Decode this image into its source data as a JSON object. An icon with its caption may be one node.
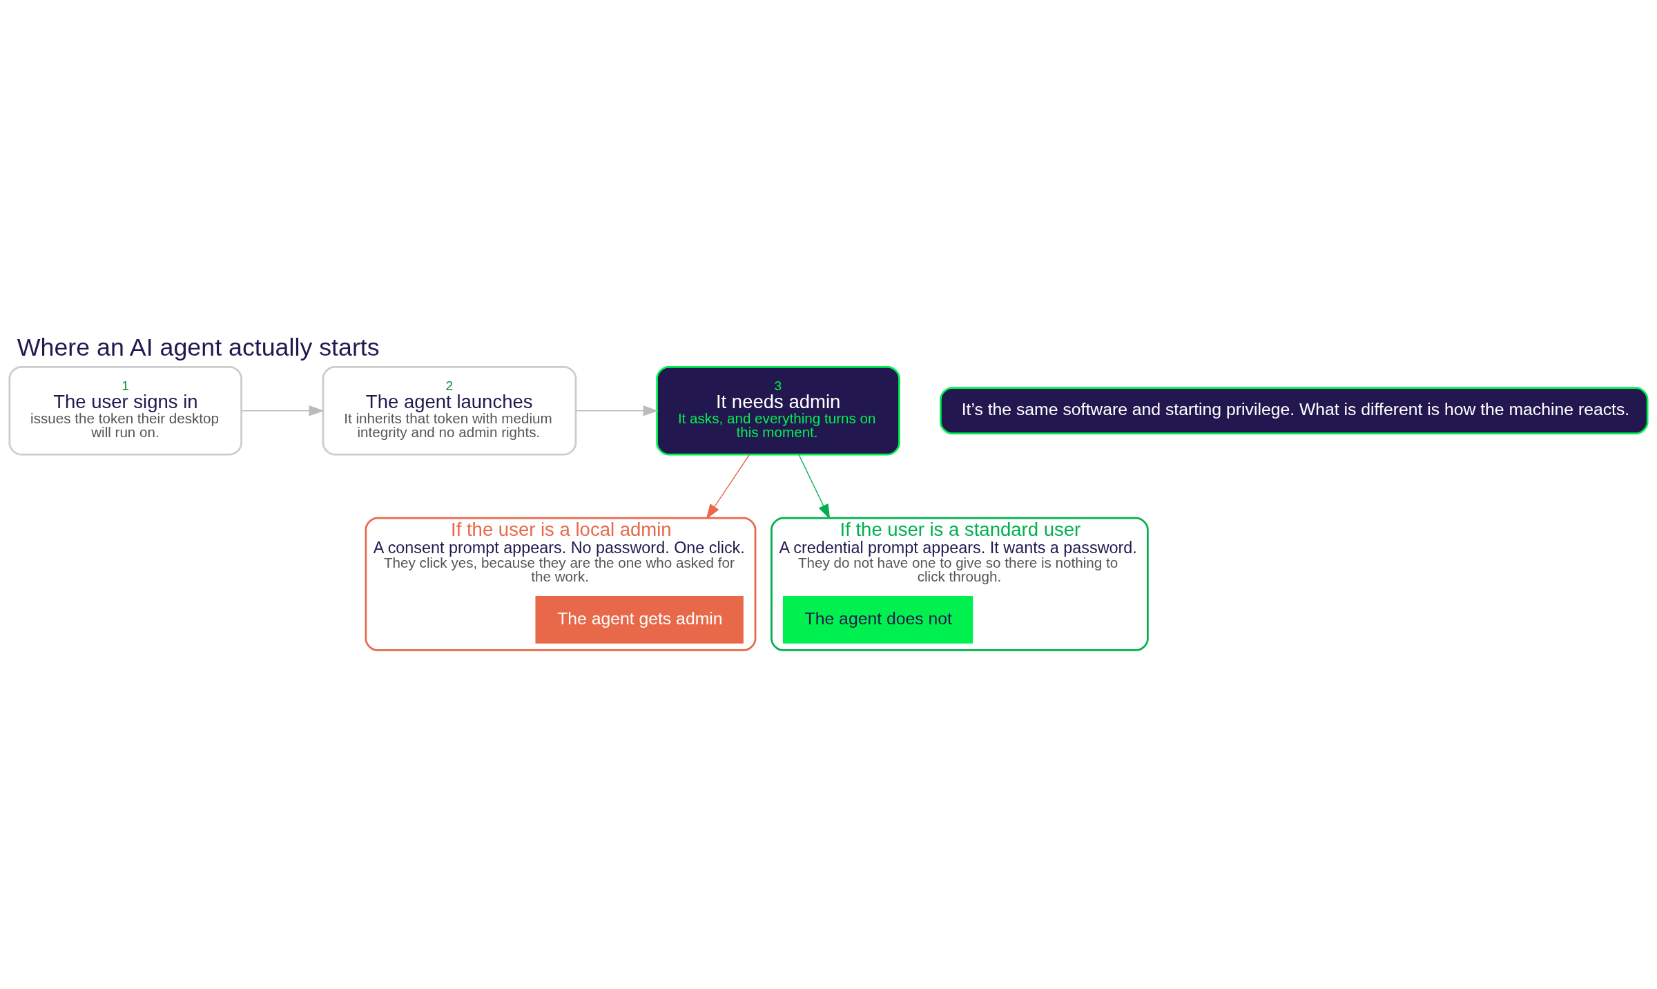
{
  "diagram": {
    "title": "Where an AI agent actually starts",
    "nodes": [
      {
        "text": [
          "1",
          "The user signs in",
          "issues the token their desktop will run on."
        ]
      },
      {
        "text": [
          "2",
          "The agent launches",
          "It inherits that token with medium integrity and no admin rights."
        ]
      },
      {
        "text": [
          "3",
          "It needs admin",
          "It asks, and everything turns on this moment."
        ]
      },
      {
        "text": [
          "If the user is a local admin",
          "A consent prompt appears. No password. One click.",
          "They click yes, because they are the one who asked for the work."
        ]
      },
      {
        "text": [
          "The agent gets admin"
        ],
        "in": 3
      },
      {
        "text": [
          "If the user is a standard user",
          "A credential prompt appears. It wants a password.",
          "They do not have one to give so there is nothing to click through."
        ]
      },
      {
        "text": [
          "The agent does not"
        ],
        "in": 5
      },
      {
        "text": [
          "It’s the same software and starting privilege. What is different is how the machine reacts."
        ]
      }
    ],
    "edges": [
      {
        "from": 0,
        "to": 1,
        "arrow": "to"
      },
      {
        "from": 1,
        "to": 2,
        "arrow": "to"
      },
      {
        "from": 2,
        "to": 3,
        "arrow": "to",
        "color": "#e8694a"
      },
      {
        "from": 2,
        "to": 5,
        "arrow": "to",
        "color": "#00b04f"
      }
    ]
  }
}
